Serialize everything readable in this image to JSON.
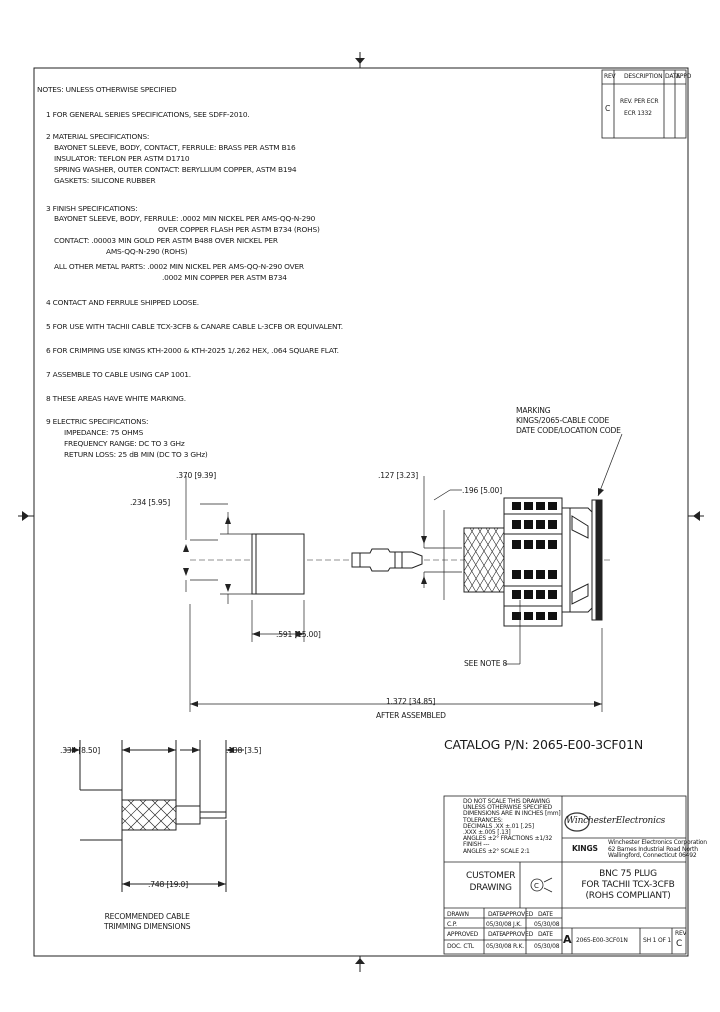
{
  "notes": {
    "header": "NOTES: UNLESS OTHERWISE SPECIFIED",
    "items": [
      [
        "1  FOR GENERAL SERIES SPECIFICATIONS, SEE SDFF-2010."
      ],
      [
        "2  MATERIAL SPECIFICATIONS:",
        "BAYONET SLEEVE, BODY, CONTACT, FERRULE: BRASS PER ASTM B16",
        "INSULATOR: TEFLON PER ASTM D1710",
        "SPRING WASHER, OUTER CONTACT: BERYLLIUM COPPER, ASTM B194",
        "GASKETS: SILICONE RUBBER"
      ],
      [
        "3  FINISH SPECIFICATIONS:",
        "BAYONET SLEEVE, BODY, FERRULE: .0002 MIN NICKEL PER AMS-QQ-N-290",
        "OVER COPPER FLASH PER ASTM B734 (ROHS)",
        "CONTACT: .00003 MIN GOLD PER ASTM B488 OVER NICKEL PER",
        "AMS-QQ-N-290 (ROHS)",
        "ALL OTHER METAL PARTS: .0002 MIN NICKEL PER AMS-QQ-N-290 OVER",
        ".0002 MIN COPPER PER ASTM B734"
      ],
      [
        "4  CONTACT AND FERRULE SHIPPED LOOSE."
      ],
      [
        "5  FOR USE WITH TACHII CABLE TCX-3CFB & CANARE CABLE L-3CFB OR EQUIVALENT."
      ],
      [
        "6  FOR CRIMPING USE KINGS KTH-2000 & KTH-2025 1/.262 HEX, .064 SQUARE FLAT."
      ],
      [
        "7  ASSEMBLE TO CABLE USING CAP 1001."
      ],
      [
        "8  THESE AREAS HAVE WHITE MARKING."
      ],
      [
        "9  ELECTRIC SPECIFICATIONS:",
        "IMPEDANCE: 75 OHMS",
        "FREQUENCY RANGE: DC TO 3 GHz",
        "RETURN LOSS: 25 dB MIN (DC TO 3 GHz)"
      ]
    ]
  },
  "revision_block": {
    "headers": [
      "REV",
      "DESCRIPTION",
      "DATE",
      "APPD"
    ],
    "rev": "C",
    "description": [
      "REV. PER ECR",
      "ECR 1332"
    ]
  },
  "drawing": {
    "marking_label": [
      "MARKING",
      "KINGS/2065-CABLE CODE",
      "DATE CODE/LOCATION CODE"
    ],
    "dim_370": ".370 [9.39]",
    "dim_127": ".127 [3.23]",
    "dim_234": ".234 [5.95]",
    "dim_196": ".196 [5.00]",
    "dim_591": ".591 [15.00]",
    "see_note": "SEE NOTE 8",
    "dim_1372": "1.372 [34.85]",
    "after_assembled": "AFTER ASSEMBLED",
    "catalog": "CATALOG P/N: 2065-E00-3CF01N",
    "strip_334": ".334 [8.50]",
    "strip_138": ".138 [3.5]",
    "strip_748": ".748 [19.0]",
    "strip_caption": [
      "RECOMMENDED CABLE",
      "TRIMMING DIMENSIONS"
    ]
  },
  "title_block": {
    "spec_lines": [
      "DO NOT SCALE THIS DRAWING",
      "UNLESS OTHERWISE SPECIFIED",
      "DIMENSIONS ARE IN INCHES [mm]",
      "TOLERANCES:",
      "DECIMALS .XX ±.01 [.25]",
      ".XXX ±.005 [.13]",
      "ANGLES ±2°  FRACTIONS ±1/32",
      "FINISH ---",
      "ANGLES ±2°    SCALE 2:1"
    ],
    "company_logo": "WinchesterElectronics",
    "company_lines": [
      "Winchester Electronics Corporation",
      "62 Barnes Industrial Road North",
      "Wallingford, Connecticut 06492"
    ],
    "kings": "KINGS",
    "customer_drawing": [
      "CUSTOMER",
      "DRAWING"
    ],
    "product_title": [
      "BNC 75 PLUG",
      "FOR TACHII TCX-3CFB",
      "(ROHS COMPLIANT)"
    ],
    "row1": [
      "DRAWN",
      "DATE",
      "APPROVED",
      "DATE"
    ],
    "row1_vals": [
      "C.P.",
      "05/30/08",
      "J.K.",
      "05/30/08"
    ],
    "row2": [
      "APPROVED",
      "DATE",
      "APPROVED",
      "DATE"
    ],
    "row2_vals": [
      "DOC. CTL",
      "05/30/08",
      "R.K.",
      "05/30/08"
    ],
    "size": "A",
    "dwg_no": "2065-E00-3CF01N",
    "sheet": "SH 1 OF 1",
    "rev_label": "REV",
    "rev": "C"
  }
}
